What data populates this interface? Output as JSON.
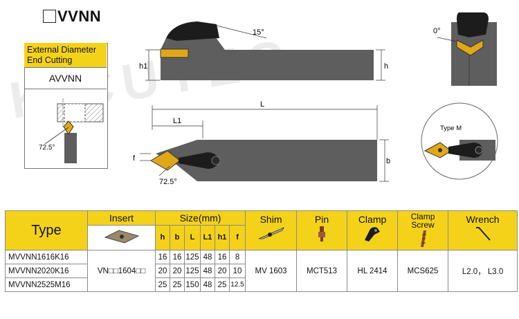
{
  "header": {
    "title": "VVNN"
  },
  "side_panel": {
    "heading_line1": "External Diameter",
    "heading_line2": "End Cutting",
    "model": "AVVNN",
    "angle": "72.5°"
  },
  "watermark": "K CUTEC",
  "drawing": {
    "angle_top": "15°",
    "h1": "h1",
    "h": "h",
    "L": "L",
    "L1": "L1",
    "f": "f",
    "b": "b",
    "angle_bottom": "72.5°",
    "angle_zero": "0°",
    "type_m": "Type M"
  },
  "table": {
    "type_header": "Type",
    "insert_header": "Insert",
    "size_header": "Size(mm)",
    "shim_header": "Shim",
    "pin_header": "Pin",
    "clamp_header": "Clamp",
    "clamp_screw_line1": "Clamp",
    "clamp_screw_line2": "Screw",
    "wrench_header": "Wrench",
    "size_cols": [
      "h",
      "b",
      "L",
      "L1",
      "h1",
      "f"
    ],
    "insert_code": "VN□□1604□□",
    "shim": "MV 1603",
    "pin": "MCT513",
    "clamp": "HL 2414",
    "clamp_screw": "MCS625",
    "wrench": "L2.0， L3.0",
    "rows": [
      {
        "type": "MVVNN1616K16",
        "h": "16",
        "b": "16",
        "L": "125",
        "L1": "48",
        "h1": "16",
        "f": "8"
      },
      {
        "type": "MVVNN2020K16",
        "h": "20",
        "b": "20",
        "L": "125",
        "L1": "48",
        "h1": "20",
        "f": "10"
      },
      {
        "type": "MVVNN2525M16",
        "h": "25",
        "b": "25",
        "L": "150",
        "L1": "48",
        "h1": "25",
        "f": "12.5"
      }
    ]
  },
  "colors": {
    "accent": "#f4d21a",
    "steel": "#5e5e5e",
    "insert": "#e0a818"
  }
}
